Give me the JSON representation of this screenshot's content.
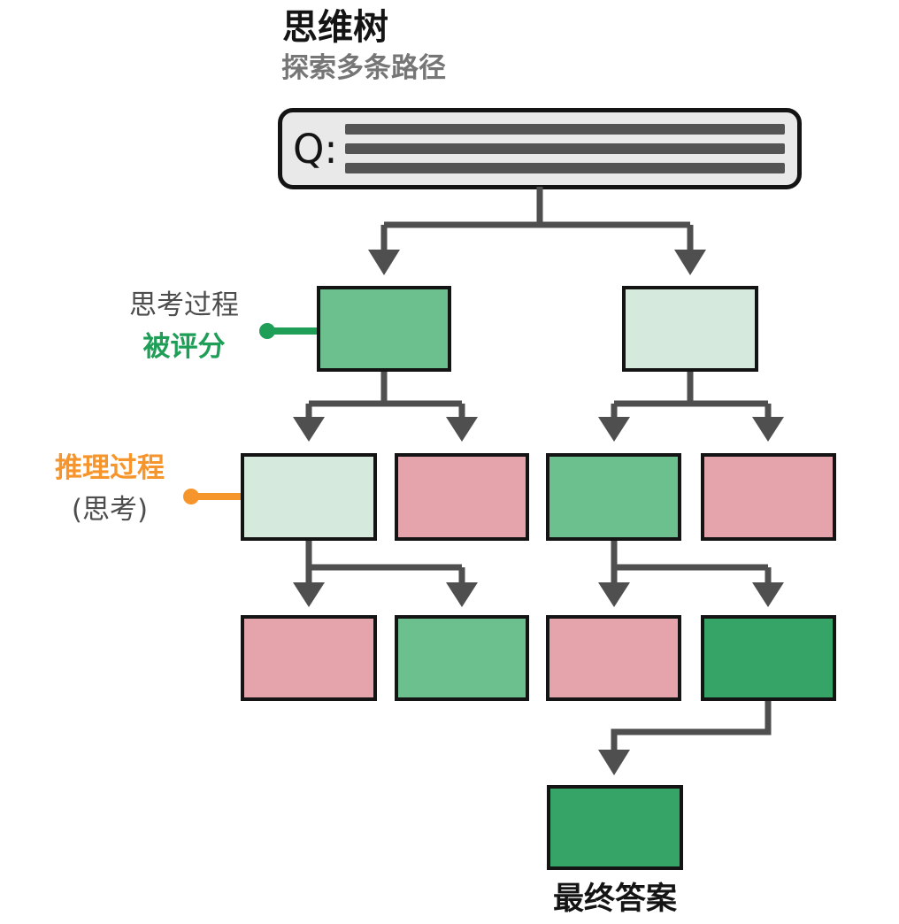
{
  "header": {
    "title": "思维树",
    "subtitle": "探索多条路径"
  },
  "question_box": {
    "prefix": "Q:",
    "placeholder_line_count": 3
  },
  "annotations": {
    "scored": {
      "line1": "思考过程",
      "line2": "被评分"
    },
    "reasoning": {
      "line1": "推理过程",
      "line2": "(思考)"
    },
    "final_answer": "最终答案"
  },
  "tree": {
    "row1": [
      "medium_green",
      "light_green"
    ],
    "row2": [
      "light_green",
      "pink",
      "medium_green",
      "pink"
    ],
    "row3": [
      "pink",
      "medium_green",
      "pink",
      "dark_green"
    ],
    "final": "dark_green"
  },
  "colors": {
    "medium_green": "#6CC08D",
    "light_green": "#D5EADD",
    "dark_green": "#36A466",
    "pink": "#E5A4AC",
    "line_gray": "#4F4F4F",
    "label_green": "#1E9E57",
    "label_orange": "#F6952C",
    "panel_gray": "#E9E9E9",
    "bar_gray": "#545454",
    "border_black": "#141414",
    "ink": "#141414",
    "text_gray": "#4D4D4D",
    "subtitle_gray": "#767676"
  }
}
